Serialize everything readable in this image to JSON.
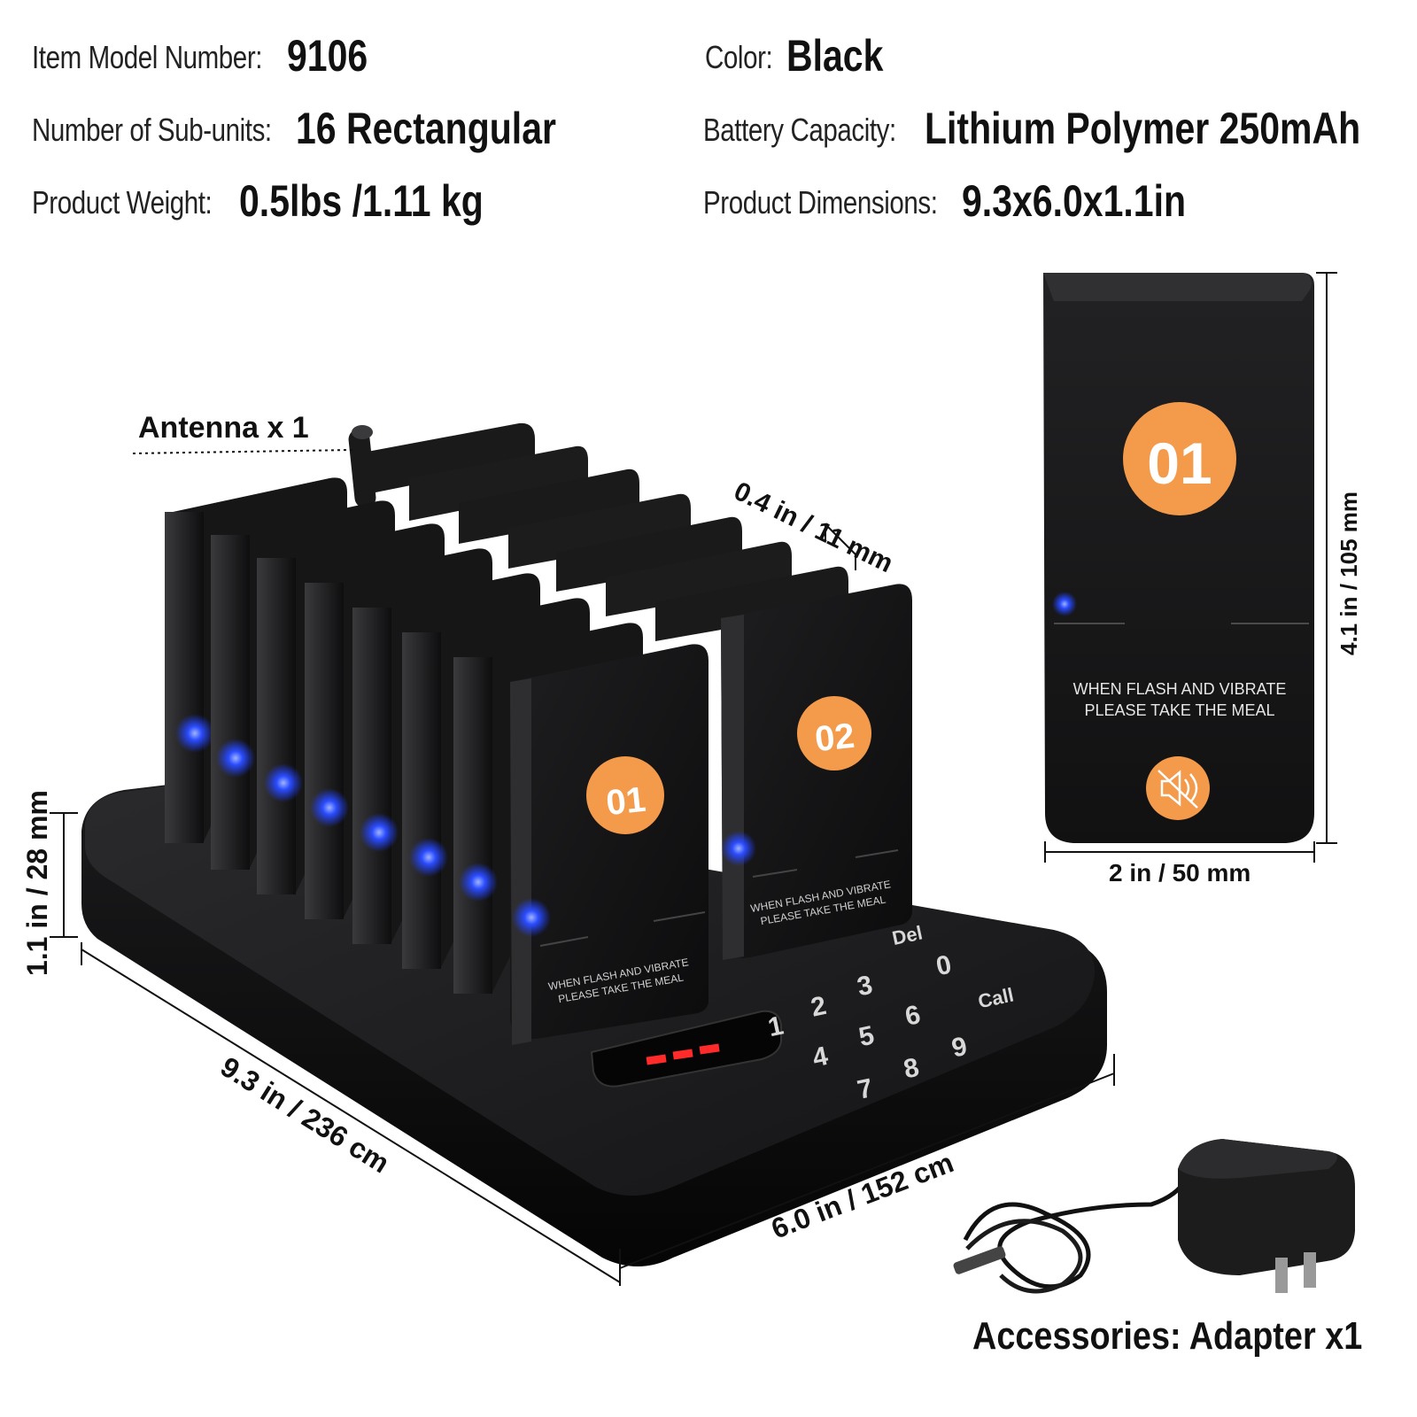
{
  "specs": {
    "model_label": "Item Model Number:",
    "model_value": "9106",
    "color_label": "Color:",
    "color_value": "Black",
    "subunits_label": "Number of Sub-units:",
    "subunits_value": "16 Rectangular",
    "battery_label": "Battery Capacity:",
    "battery_value": "Lithium Polymer 250mAh",
    "weight_label": "Product Weight:",
    "weight_value": "0.5lbs /1.11 kg",
    "dimensions_label": "Product Dimensions:",
    "dimensions_value": "9.3x6.0x1.1in"
  },
  "callouts": {
    "antenna": "Antenna x 1",
    "pager_thickness": "0.4 in / 11 mm",
    "base_height": "1.1 in / 28 mm",
    "base_length": "9.3 in / 236 cm",
    "base_width": "6.0 in / 152 cm",
    "pager_height": "4.1 in / 105 mm",
    "pager_width": "2 in / 50 mm",
    "accessories": "Accessories: Adapter x1"
  },
  "pager": {
    "badge_front": "01",
    "badge_second": "02",
    "badge_detail": "01",
    "notice_line1": "WHEN FLASH AND VIBRATE",
    "notice_line2": "PLEASE TAKE THE MEAL",
    "mute_icon": "speaker-mute-icon",
    "accent_color": "#f39a4b",
    "led_color": "#2b4dff"
  },
  "keypad": {
    "keys": [
      "1",
      "2",
      "3",
      "4",
      "5",
      "6",
      "7",
      "8",
      "9",
      "0",
      "Del",
      "Call"
    ]
  }
}
